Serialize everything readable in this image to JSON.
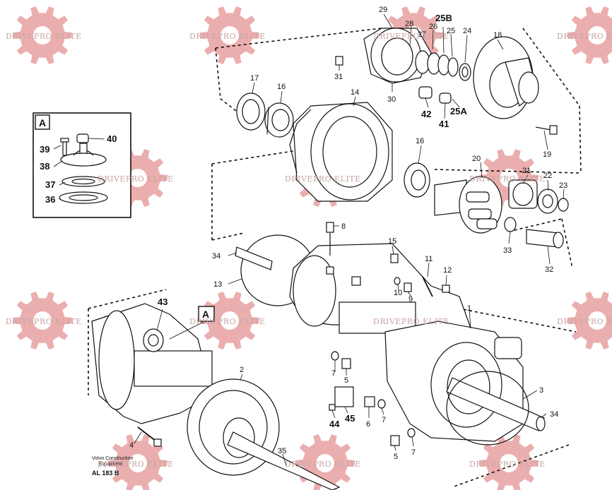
{
  "watermark": {
    "text": "DRIVEPRO ELITE",
    "color": "#e8a0a0"
  },
  "inset": {
    "letter": "A",
    "parts": [
      "40",
      "39",
      "38",
      "37",
      "36"
    ]
  },
  "reference_letter": "A",
  "callouts": {
    "c1": "1",
    "c2": "2",
    "c3": "3",
    "c4": "4",
    "c5a": "5",
    "c5b": "5",
    "c6": "6",
    "c7a": "7",
    "c7b": "7",
    "c7c": "7",
    "c8": "8",
    "c9": "9",
    "c10": "10",
    "c11": "11",
    "c12": "12",
    "c13": "13",
    "c14": "14",
    "c15": "15",
    "c16a": "16",
    "c16b": "16",
    "c17": "17",
    "c18": "18",
    "c19": "19",
    "c20": "20",
    "c21": "21",
    "c22": "22",
    "c23": "23",
    "c24": "24",
    "c25": "25",
    "c25a": "25A",
    "c25b": "25B",
    "c26": "26",
    "c27": "27",
    "c28": "28",
    "c29": "29",
    "c30": "30",
    "c31": "31",
    "c32": "32",
    "c33": "33",
    "c34a": "34",
    "c34b": "34",
    "c35": "35",
    "c41": "41",
    "c42": "42",
    "c43": "43",
    "c44": "44",
    "c45": "45"
  },
  "caption": {
    "brand": "Volvo Construction",
    "sub": "Equipment",
    "code": "AL 183 B"
  }
}
